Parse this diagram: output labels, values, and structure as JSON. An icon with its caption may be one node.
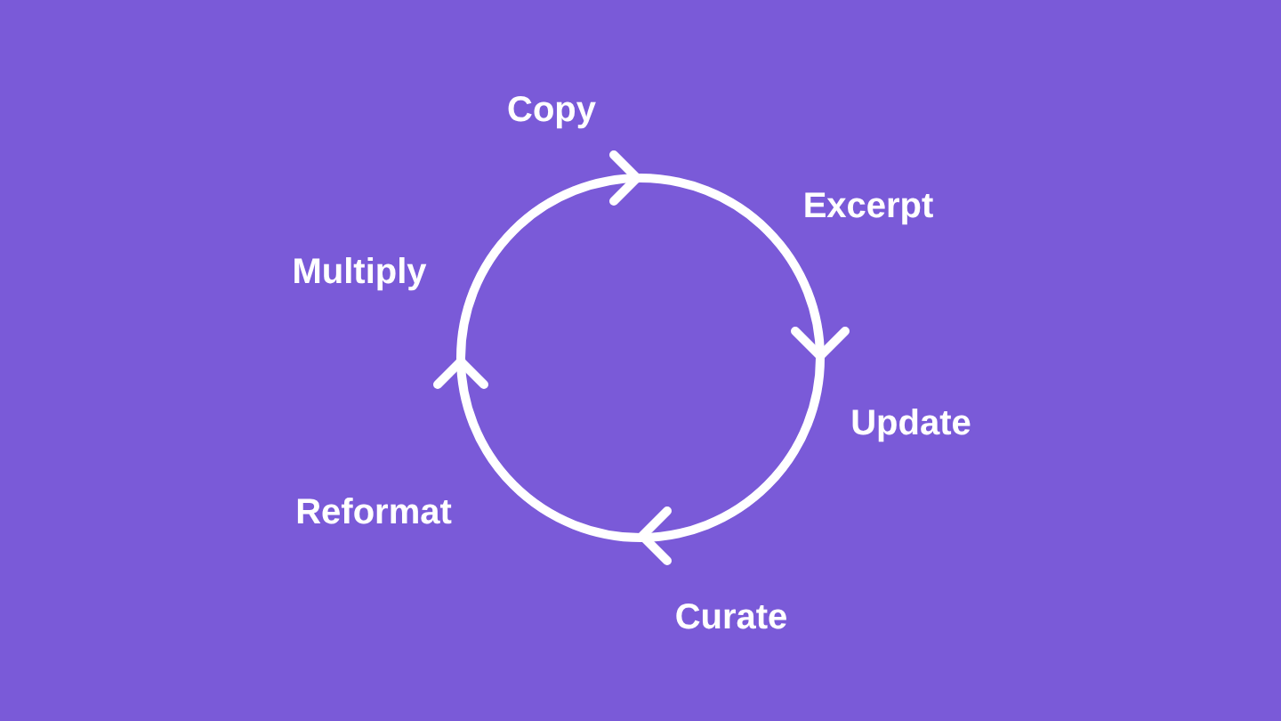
{
  "diagram": {
    "labels": [
      "Copy",
      "Excerpt",
      "Multiply",
      "Update",
      "Reformat",
      "Curate"
    ]
  }
}
